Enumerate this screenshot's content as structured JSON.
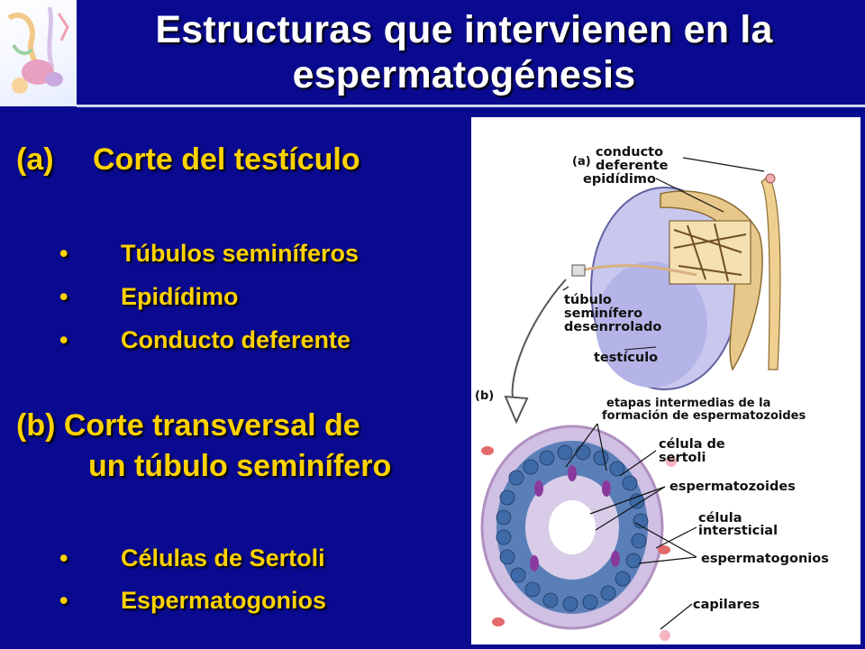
{
  "slide": {
    "title_line1": "Estructuras que intervienen en la",
    "title_line2": "espermatogénesis"
  },
  "section_a": {
    "marker": "(a)",
    "heading": "Corte del testículo",
    "bullets": [
      "Túbulos seminíferos",
      "Epidídimo",
      "Conducto deferente"
    ]
  },
  "section_b": {
    "heading_line1": "(b) Corte transversal de",
    "heading_line2": "un túbulo seminífero",
    "bullets": [
      "Células de Sertoli",
      "Espermatogonios"
    ]
  },
  "bullet_glyph": "•",
  "figure": {
    "panel_a": "(a)",
    "panel_b": "(b)",
    "labels": {
      "conducto_1": "conducto",
      "conducto_2": "deferente",
      "epididimo": "epidídimo",
      "tubulo_1": "túbulo",
      "tubulo_2": "seminífero",
      "tubulo_3": "desenrrolado",
      "testiculo": "testículo",
      "etapas_1": "etapas intermedias de la",
      "etapas_2": "formación de espermatozoides",
      "sertoli_1": "célula de",
      "sertoli_2": "sertoli",
      "espermatozoides": "espermatozoides",
      "intersticial_1": "célula",
      "intersticial_2": "intersticial",
      "espermatogonios": "espermatogonios",
      "capilares": "capilares"
    }
  },
  "colors": {
    "background": "#0a0a90",
    "title": "#ffffff",
    "body_text": "#ffd200"
  }
}
